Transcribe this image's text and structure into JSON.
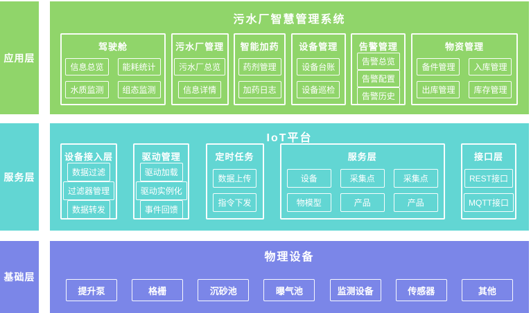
{
  "colors": {
    "application_layer_bg": "#90d56a",
    "service_layer_bg": "#62d6d3",
    "base_layer_bg": "#7b86e8",
    "text": "#ffffff"
  },
  "sidebar": {
    "items": [
      {
        "label": "应用层"
      },
      {
        "label": "服务层"
      },
      {
        "label": "基础层"
      }
    ]
  },
  "app_layer": {
    "title": "污水厂智慧管理系统",
    "groups": [
      {
        "title": "驾驶舱",
        "items": [
          "信息总览",
          "能耗统计",
          "水质监测",
          "组态监测"
        ]
      },
      {
        "title": "污水厂管理",
        "items": [
          "污水厂总览",
          "信息详情"
        ]
      },
      {
        "title": "智能加药",
        "items": [
          "药剂管理",
          "加药日志"
        ]
      },
      {
        "title": "设备管理",
        "items": [
          "设备台账",
          "设备巡检"
        ]
      },
      {
        "title": "告警管理",
        "items": [
          "告警总览",
          "告警配置",
          "告警历史"
        ]
      },
      {
        "title": "物资管理",
        "items": [
          "备件管理",
          "入库管理",
          "出库管理",
          "库存管理"
        ]
      }
    ]
  },
  "iot_layer": {
    "title": "IoT平台",
    "groups": [
      {
        "title": "设备接入层",
        "items": [
          "数据过滤",
          "过滤器管理",
          "数据转发"
        ]
      },
      {
        "title": "驱动管理",
        "items": [
          "驱动加载",
          "驱动实例化",
          "事件回馈"
        ]
      },
      {
        "title": "定时任务",
        "items": [
          "数据上传",
          "指令下发"
        ]
      },
      {
        "title": "服务层",
        "items": [
          "设备",
          "采集点",
          "采集点",
          "物模型",
          "产品",
          "产品"
        ]
      },
      {
        "title": "接口层",
        "items": [
          "REST接口",
          "MQTT接口"
        ]
      }
    ]
  },
  "base_layer": {
    "title": "物理设备",
    "items": [
      "提升泵",
      "格栅",
      "沉砂池",
      "曝气池",
      "监测设备",
      "传感器",
      "其他"
    ]
  }
}
